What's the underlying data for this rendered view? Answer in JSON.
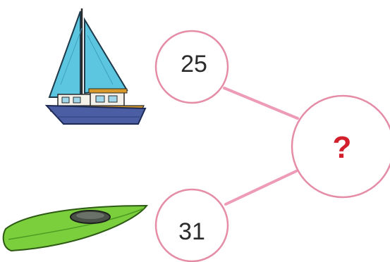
{
  "bubbles": {
    "top_value": "25",
    "bottom_value": "31",
    "result_value": "?"
  },
  "pictures": {
    "top": "sailboat",
    "bottom": "kayak"
  },
  "colors": {
    "bubble_outline": "#e58ca7",
    "connector": "#ee9bb8",
    "question_mark": "#d21f2b",
    "sail": "#5cc6e0",
    "hull": "#4b5da3",
    "kayak": "#7ccf3c"
  }
}
